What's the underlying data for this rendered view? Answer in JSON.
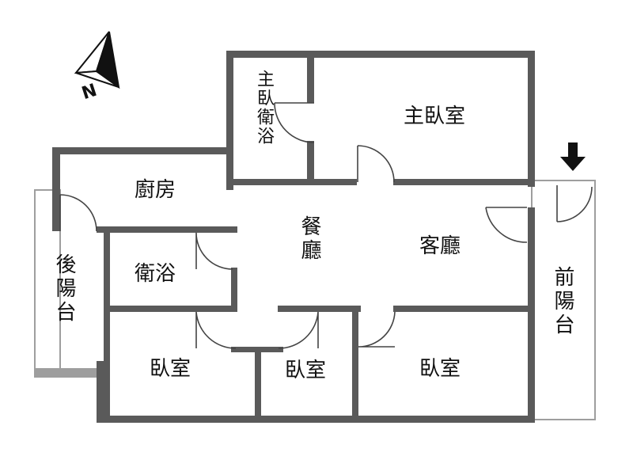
{
  "compass": {
    "letter": "N",
    "icon": "north-arrow-icon"
  },
  "entrance": {
    "icon": "entrance-arrow-icon"
  },
  "rooms": {
    "master_bath": "主臥衛浴",
    "master_bedroom": "主臥室",
    "kitchen": "廚房",
    "dining": "餐廳",
    "living": "客廳",
    "bathroom": "衛浴",
    "rear_balcony": "後陽台",
    "front_balcony": "前陽台",
    "bedroom_left": "臥室",
    "bedroom_middle": "臥室",
    "bedroom_right": "臥室"
  },
  "colors": {
    "wall": "#5a5a5a",
    "balcony": "#9e9e9e",
    "door": "#444444"
  }
}
